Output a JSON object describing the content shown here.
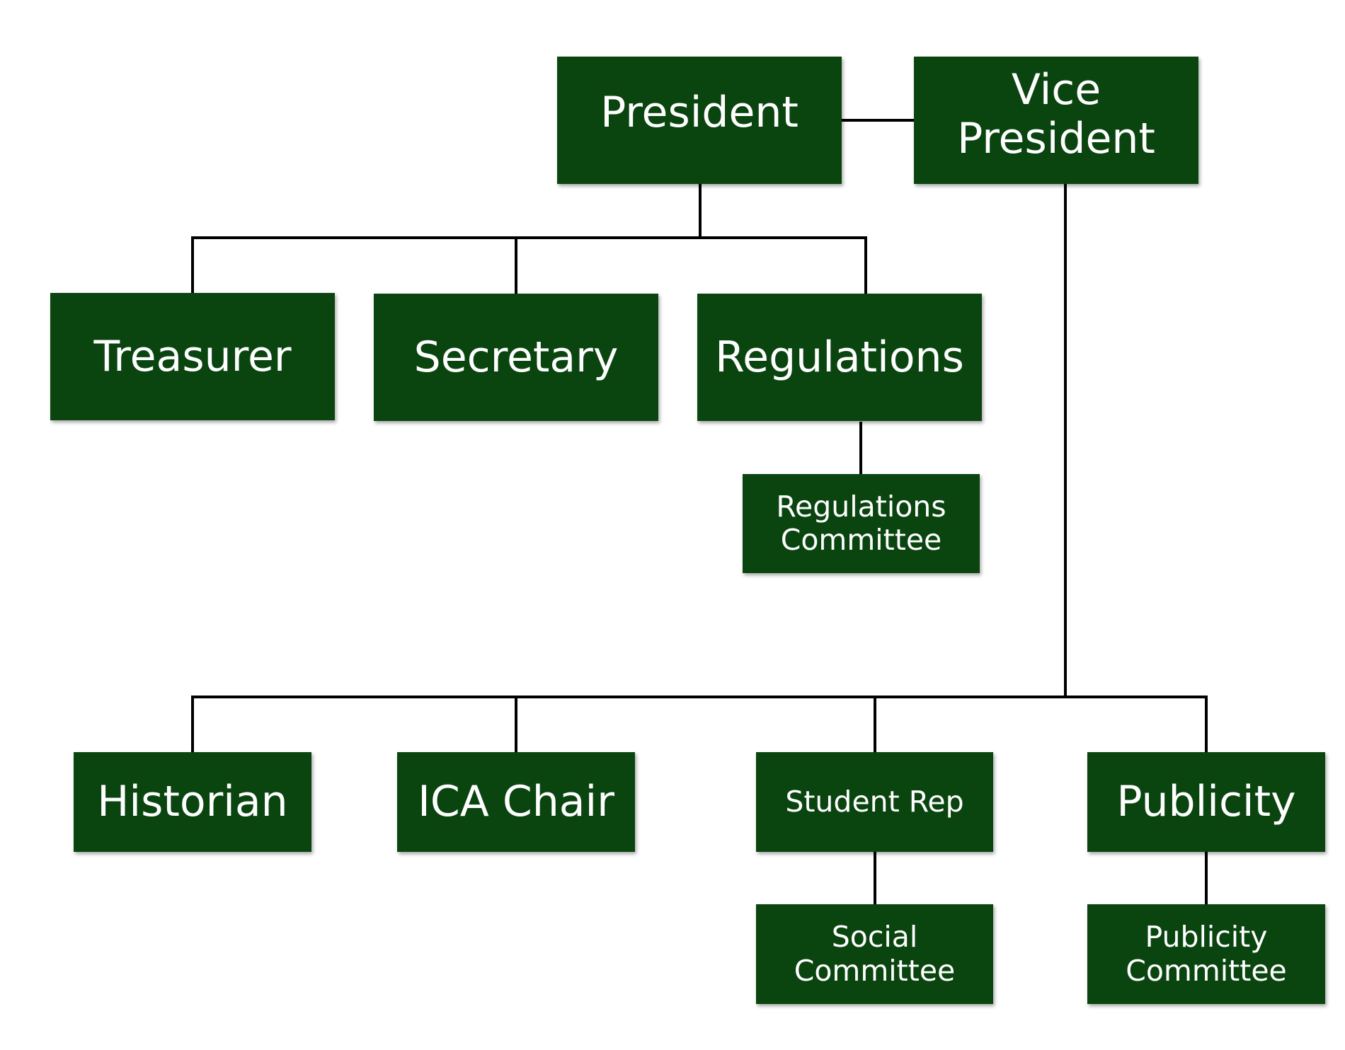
{
  "colors": {
    "box_fill": "#0a4510",
    "box_text": "#ffffff",
    "connector": "#000000",
    "background": "#ffffff"
  },
  "nodes": {
    "president": "President",
    "vice_president": "Vice President",
    "treasurer": "Treasurer",
    "secretary": "Secretary",
    "regulations": "Regulations",
    "regulations_committee": "Regulations\nCommittee",
    "historian": "Historian",
    "ica_chair": "ICA Chair",
    "student_rep": "Student Rep",
    "publicity": "Publicity",
    "social_committee": "Social\nCommittee",
    "publicity_committee": "Publicity\nCommittee"
  },
  "edges": [
    [
      "president",
      "vice_president"
    ],
    [
      "president",
      "treasurer"
    ],
    [
      "president",
      "secretary"
    ],
    [
      "president",
      "regulations"
    ],
    [
      "regulations",
      "regulations_committee"
    ],
    [
      "vice_president",
      "historian"
    ],
    [
      "vice_president",
      "ica_chair"
    ],
    [
      "vice_president",
      "student_rep"
    ],
    [
      "vice_president",
      "publicity"
    ],
    [
      "student_rep",
      "social_committee"
    ],
    [
      "publicity",
      "publicity_committee"
    ]
  ]
}
